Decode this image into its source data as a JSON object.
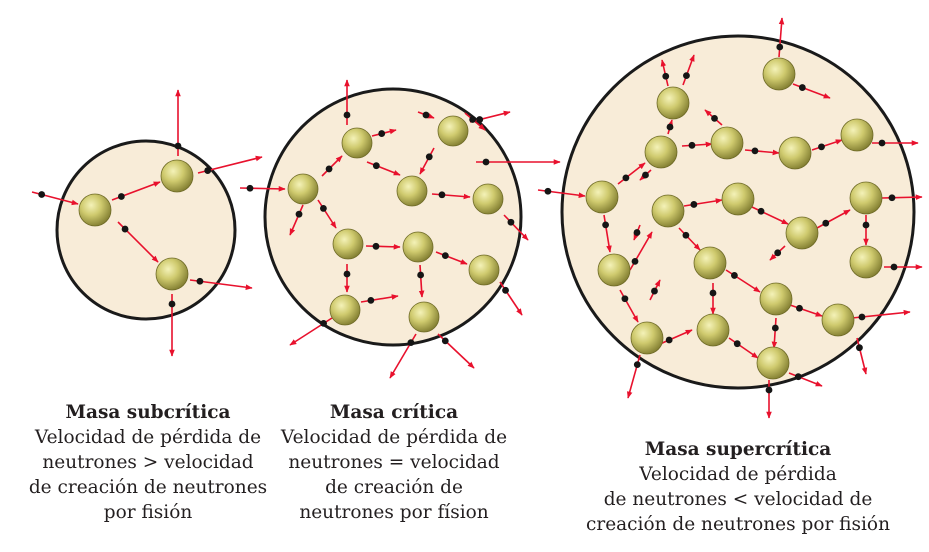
{
  "colors": {
    "circle_fill": "#f8ecd8",
    "circle_stroke": "#1a1a1a",
    "nucleus": "#c8c46a",
    "arrow": "#e8112d",
    "neutron": "#151515",
    "text": "#231f20"
  },
  "panels": [
    {
      "id": "subcritical",
      "title": "Masa subcrítica",
      "caption_lines": [
        "Velocidad de pérdida de",
        "neutrones > velocidad",
        "de creación de neutrones",
        "por fisión"
      ]
    },
    {
      "id": "critical",
      "title": "Masa crítica",
      "caption_lines": [
        "Velocidad de pérdida de",
        "neutrones = velocidad",
        "de creación de",
        "neutrones por físion"
      ]
    },
    {
      "id": "supercritical",
      "title": "Masa supercrítica",
      "caption_lines": [
        "Velocidad de pérdida",
        "de neutrones < velocidad de",
        "creación de neutrones por fisión"
      ]
    }
  ]
}
